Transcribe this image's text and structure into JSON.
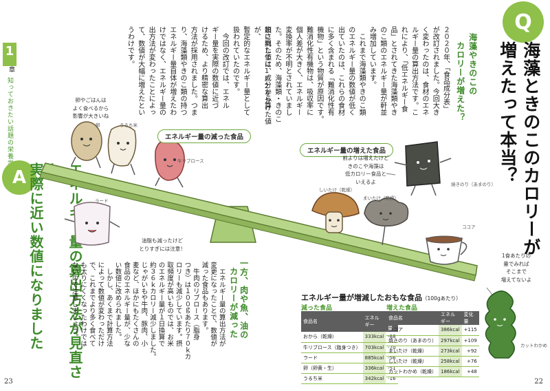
{
  "chapter": {
    "number": "1",
    "suffix": "章",
    "title": "知っておきたい話題の栄養学"
  },
  "page_numbers": {
    "left": "23",
    "right": "22"
  },
  "question": {
    "badge": "Q",
    "title_line1": "海藻ときのこのカロリーが",
    "title_line2": "増えたって本当？",
    "subheading_line1": "海藻やきのこの",
    "subheading_line2": "カロリーが増えた？",
    "body_columns": [
      "２０２０年、「食品成分表」",
      "が改訂されました。今回大き",
      "く変わったのは、食材のエネ",
      "ルギー量の算出方法です。こ",
      "れにより、「低エネルギー食",
      "品」とされてきた海藻類やき",
      "のこ類のエネルギー量が軒並",
      "み増加しています。",
      "　これまで海藻類やきのこ類",
      "のエネルギー量の数値が低く",
      "出ていたのは、これらの食材",
      "に多く含まれる「難消化性有",
      "機物」という物質が原因です。",
      "難消化性有機物は、吸収率に",
      "個人差が大きく、エネルギー",
      "変換率が不明とされていまし",
      "た。そのため、海藻類・きのこ",
      "類に関しては、成分から算",
      "出された値に1/2をかけた値が、",
      "暫定的なエネルギー量として",
      "扱われていたのです。",
      "　今回の改訂では、エネル",
      "ギー量を実際の数値に近づ",
      "けるため、より精密な算出",
      "方法が採用されました。つま",
      "り、海藻類やきのこ類の持つ",
      "エネルギー量自体が増えたわ",
      "けではなく、エネルギー量の",
      "出方法が変わったことによっ",
      "て、数値が大幅に増えたとい",
      "うわけです。"
    ]
  },
  "answer": {
    "badge": "A",
    "title_line1": "エネルギー量の算出方法が見直され、",
    "title_line2": "実際に近い数値になりました"
  },
  "section2": {
    "subheading_line1": "一方、肉や魚、油の",
    "subheading_line2": "カロリーが減った",
    "body_columns": [
      "　エネルギー量の算出方法が",
      "変更になったことで、数値が",
      "減った食品もあります。",
      "　牛肉のリブロース（脂身",
      "つき）は１００ｇあたり７０ｋカ",
      "ロリーも減少しています。摂",
      "取頻度が高いものでは、お米",
      "のエネルギー量が１日換算で",
      "約３６ｋカロリー減少しました。",
      "じゃがいもや牛肉、豚肉、小",
      "麦など、ほかにもたくさんの",
      "食品のエネルギー量が、少な",
      "い数値に改められました。",
      "　しかし、あくまで計算方法",
      "によって数値が変わっただけ",
      "で、これまでより多く食べて",
      "も太りにくくなったわけでは",
      "ないので注意しましょう。"
    ]
  },
  "illustration": {
    "label_decreased": "エネルギー量の減った食品",
    "label_increased": "エネルギー量の増えた食品",
    "foods_left": [
      "卵",
      "うるち米",
      "牛リブロース",
      "ラード"
    ],
    "foods_right": [
      "しいたけ（乾燥）",
      "まいたけ（乾燥）",
      "ココア",
      "焼きのり（あまのり）",
      "カットわかめ"
    ],
    "bubble_egg": "卵やごはんは\nよく食べるから\n影響が大きいね",
    "bubble_fat": "油脂も減ったけど\nとりすぎには注意！",
    "bubble_nori": "前よりは増えたけど\nきのこや海藻は\n低カロリー食品と\nいえるよ",
    "bubble_wakame": "1食あたりの\n量でみれば\nそこまで\n増えてないよ"
  },
  "table": {
    "title": "エネルギー量が増減したおもな食品",
    "unit": "（100gあたり）",
    "decreased_label": "減った食品",
    "increased_label": "増えた食品",
    "columns": [
      "食品名",
      "エネルギー",
      "変化量"
    ],
    "decreased_rows": [
      {
        "name": "おから（乾燥）",
        "kcal": "333kcal",
        "diff": "-88"
      },
      {
        "name": "牛リブロース（脂身つき）",
        "kcal": "703kcal",
        "diff": "-70"
      },
      {
        "name": "ラード",
        "kcal": "885kcal",
        "diff": "-56"
      },
      {
        "name": "卵（卵黄・生）",
        "kcal": "336kcal",
        "diff": "-51"
      },
      {
        "name": "うるち米",
        "kcal": "342kcal",
        "diff": "-16"
      }
    ],
    "increased_rows": [
      {
        "name": "ココア",
        "kcal": "386kcal",
        "diff": "+115"
      },
      {
        "name": "焼きのり（あまのり）",
        "kcal": "297kcal",
        "diff": "+109"
      },
      {
        "name": "まいたけ（乾燥）",
        "kcal": "273kcal",
        "diff": "+92"
      },
      {
        "name": "しいたけ（乾燥）",
        "kcal": "258kcal",
        "diff": "+76"
      },
      {
        "name": "カットわかめ（乾燥）",
        "kcal": "186kcal",
        "diff": "+48"
      }
    ]
  },
  "colors": {
    "accent_green": "#8fc04a",
    "dark_green": "#3d8a2a",
    "seesaw": "#a8cc78",
    "table_header": "#5e5e5e"
  }
}
